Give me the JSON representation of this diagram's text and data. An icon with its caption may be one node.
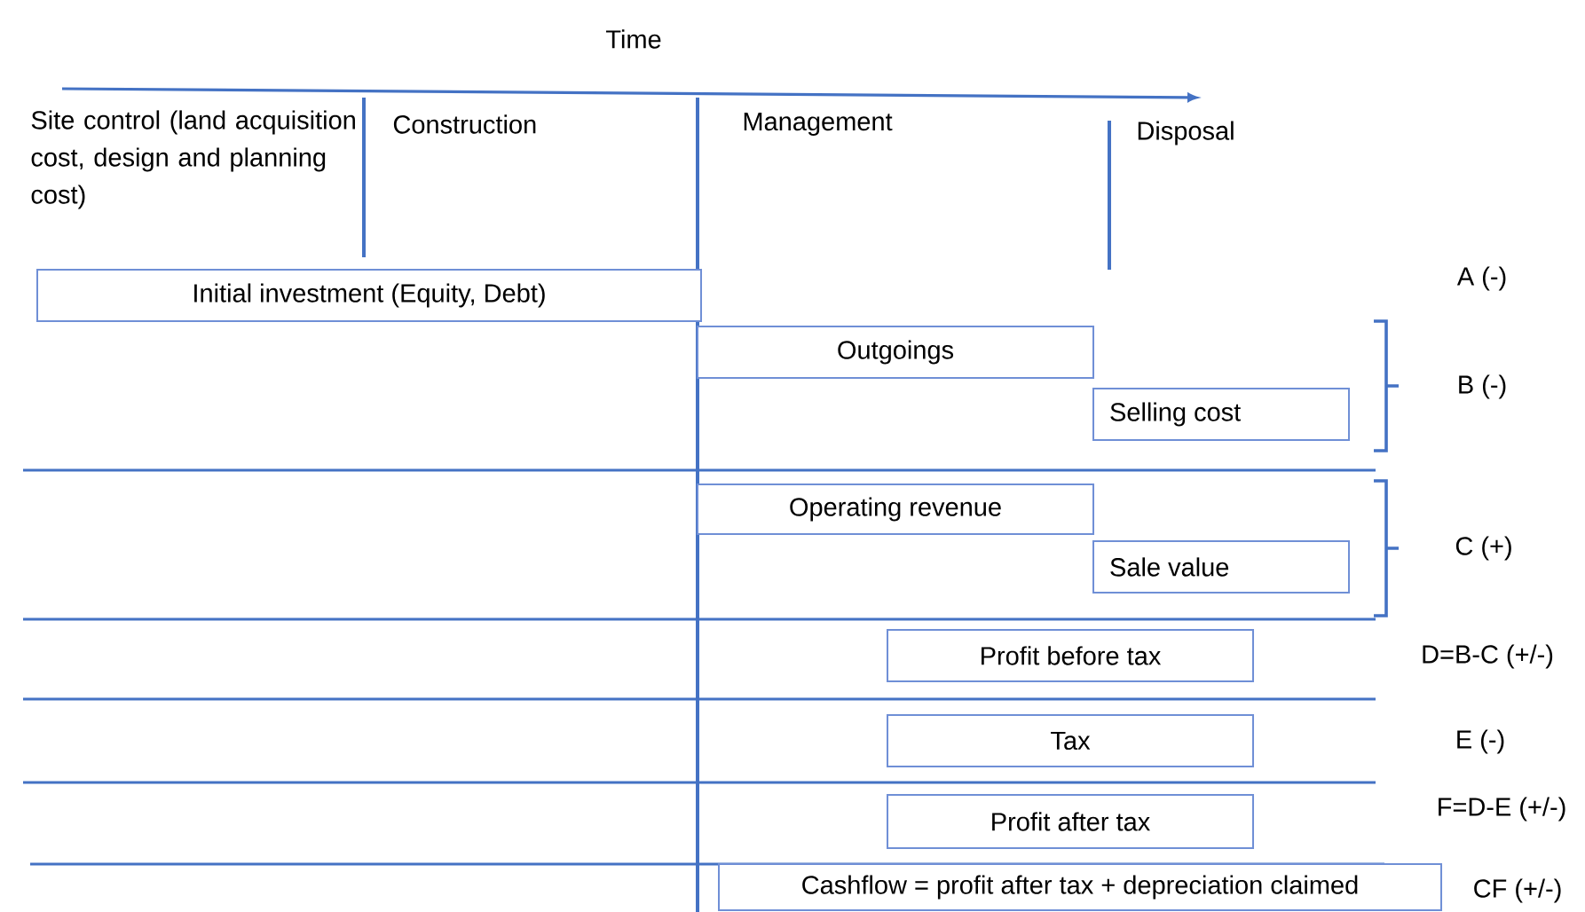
{
  "diagram": {
    "nodes": [
      {
        "text": [
          "Initial investment (Equity, Debt)"
        ]
      },
      {
        "text": [
          "Outgoings"
        ]
      },
      {
        "text": [
          "Selling cost"
        ]
      },
      {
        "text": [
          "Operating revenue"
        ]
      },
      {
        "text": [
          "Sale value"
        ]
      },
      {
        "text": [
          "Profit before tax"
        ]
      },
      {
        "text": [
          "Tax"
        ]
      },
      {
        "text": [
          "Profit after tax"
        ]
      },
      {
        "text": [
          "Cashflow = profit after tax + depreciation claimed"
        ]
      }
    ],
    "labels": [
      "Time",
      "Site control (land acquisition cost, design and planning cost)",
      "Construction",
      "Management",
      "Disposal",
      "A (-)",
      "B (-)",
      "C (+)",
      "D=B-C (+/-)",
      "E (-)",
      "F=D-E (+/-)",
      "CF (+/-)"
    ]
  }
}
